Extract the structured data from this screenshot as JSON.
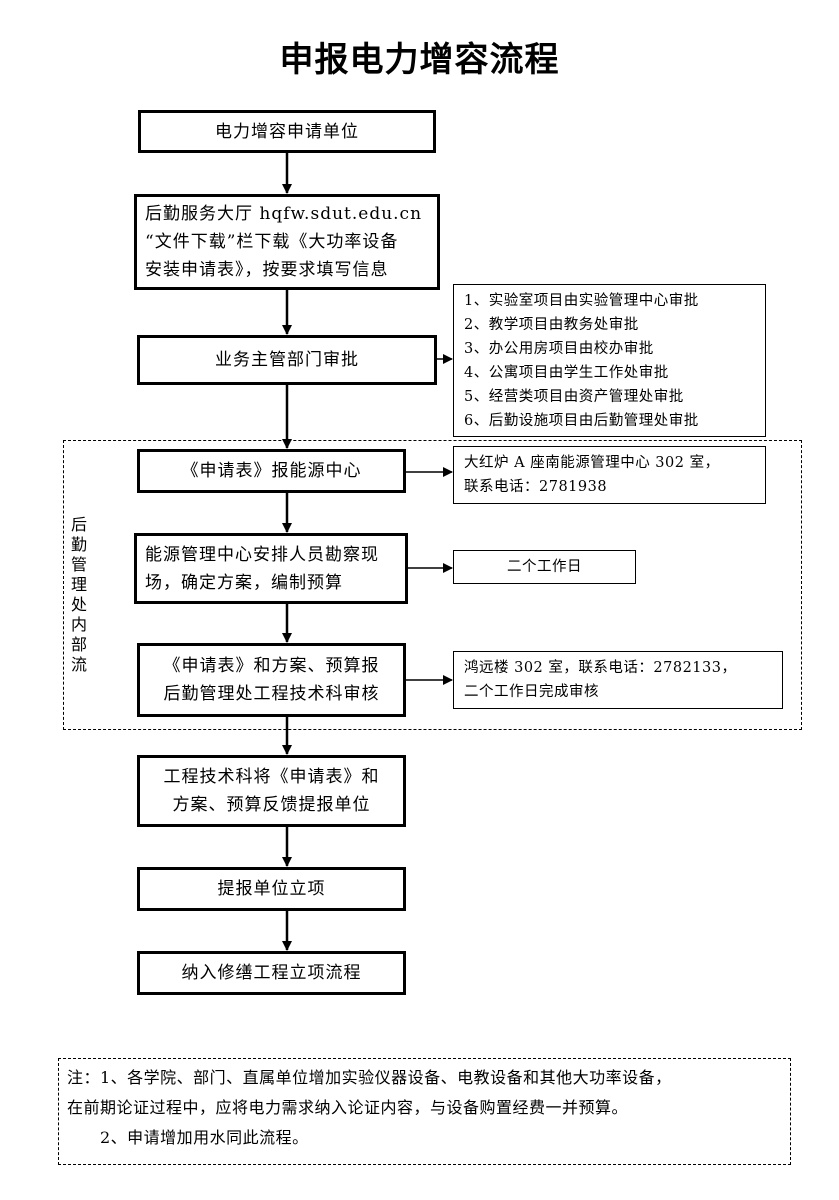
{
  "title": "申报电力增容流程",
  "steps": [
    {
      "lines": [
        "电力增容申请单位"
      ]
    },
    {
      "lines": [
        "后勤服务大厅 hqfw.sdut.edu.cn",
        "“文件下载”栏下载《大功率设备",
        "安装申请表》，按要求填写信息"
      ]
    },
    {
      "lines": [
        "业务主管部门审批"
      ]
    },
    {
      "lines": [
        "《申请表》报能源中心"
      ]
    },
    {
      "lines": [
        "能源管理中心安排人员勘察现",
        "场，确定方案，编制预算"
      ]
    },
    {
      "lines": [
        "《申请表》和方案、预算报",
        "后勤管理处工程技术科审核"
      ]
    },
    {
      "lines": [
        "工程技术科将《申请表》和",
        "方案、预算反馈提报单位"
      ]
    },
    {
      "lines": [
        "提报单位立项"
      ]
    },
    {
      "lines": [
        "纳入修缮工程立项流程"
      ]
    }
  ],
  "side_notes": [
    {
      "lines": [
        "1、实验室项目由实验管理中心审批",
        "2、教学项目由教务处审批",
        "3、办公用房项目由校办审批",
        "4、公寓项目由学生工作处审批",
        "5、经营类项目由资产管理处审批",
        "6、后勤设施项目由后勤管理处审批"
      ]
    },
    {
      "lines": [
        "大红炉 A 座南能源管理中心 302 室，",
        "联系电话：2781938"
      ]
    },
    {
      "lines": [
        "二个工作日"
      ]
    },
    {
      "lines": [
        "鸿远楼 302 室，联系电话：2782133，",
        "二个工作日完成审核"
      ]
    }
  ],
  "region_label": [
    "后",
    "勤",
    "管",
    "理",
    "处",
    "内",
    "部",
    "流"
  ],
  "note": {
    "lines": [
      "注：1、各学院、部门、直属单位增加实验仪器设备、电教设备和其他大功率设备，",
      "在前期论证过程中，应将电力需求纳入论证内容，与设备购置经费一并预算。",
      "　　2、申请增加用水同此流程。"
    ]
  }
}
